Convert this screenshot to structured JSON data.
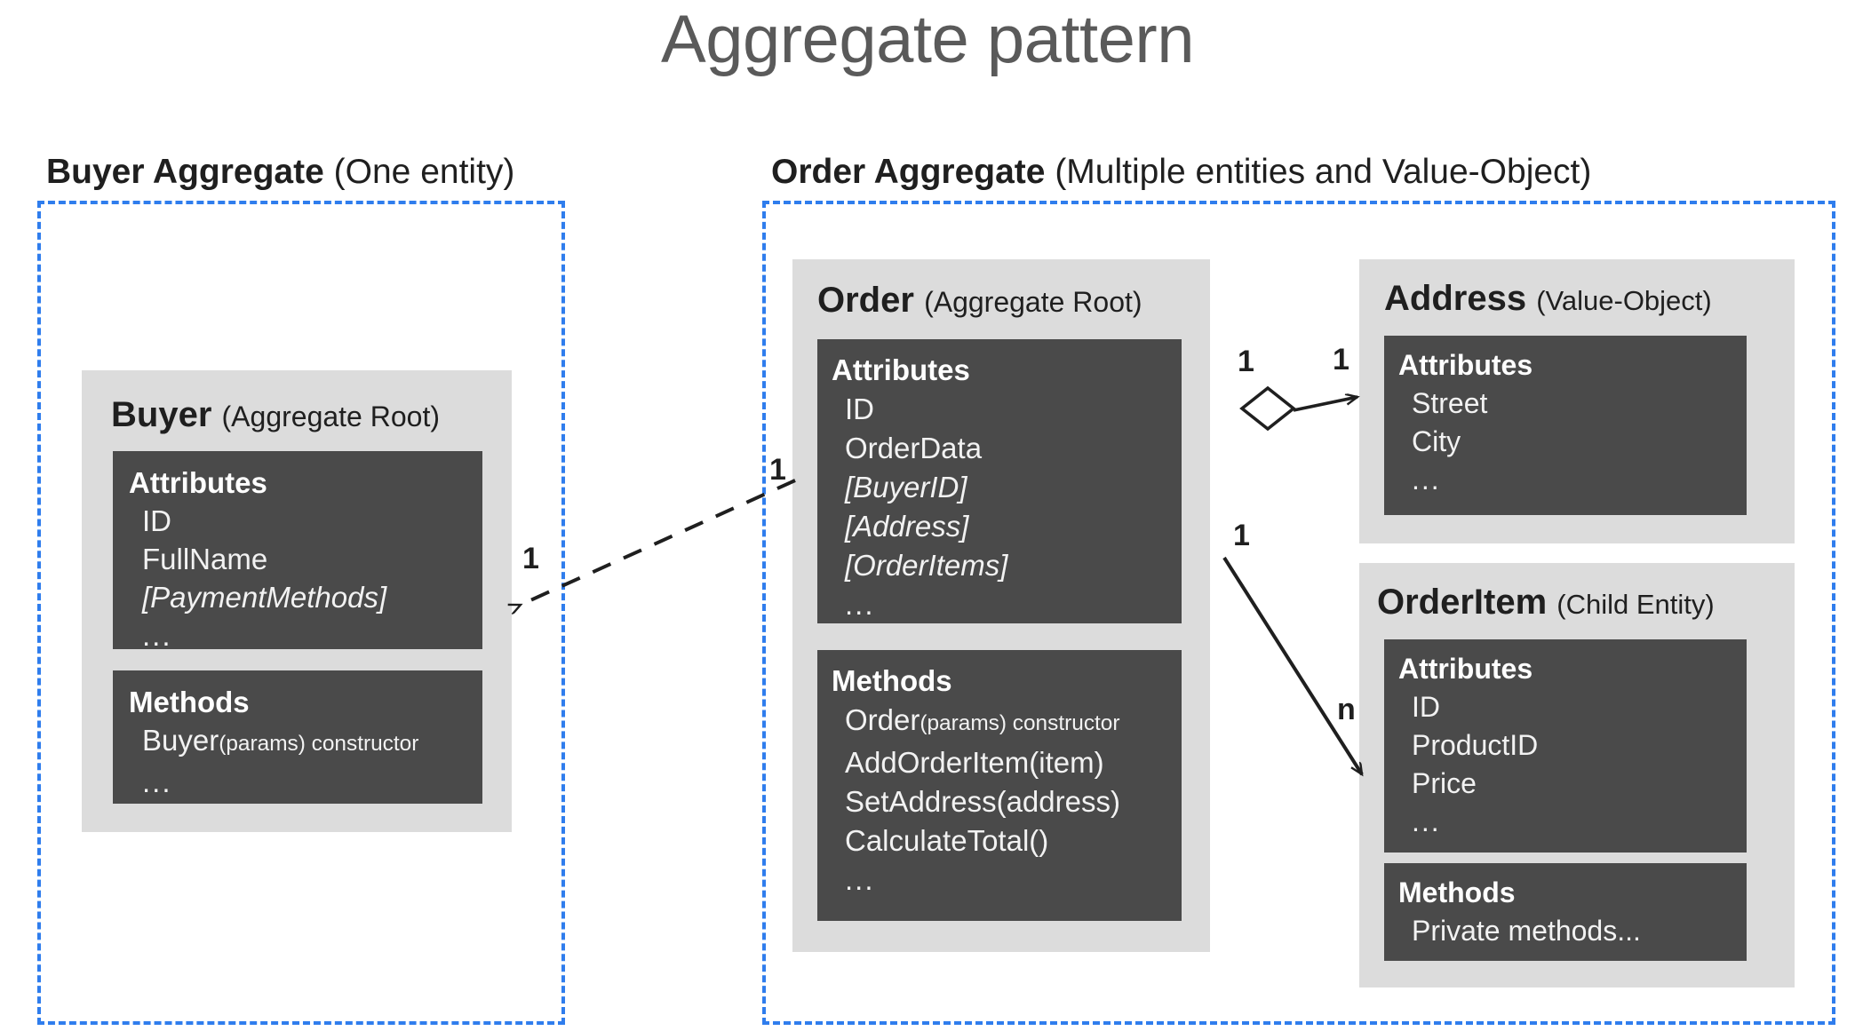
{
  "title": "Aggregate pattern",
  "groups": [
    {
      "name": "Buyer Aggregate",
      "qualifier": "(One entity)"
    },
    {
      "name": "Order Aggregate",
      "qualifier": "(Multiple entities and Value-Object)"
    }
  ],
  "entities": {
    "buyer": {
      "name": "Buyer",
      "qualifier": "(Aggregate Root)",
      "attributes": {
        "heading": "Attributes",
        "rows": [
          "ID",
          "FullName",
          "[PaymentMethods]",
          "..."
        ]
      },
      "methods": {
        "heading": "Methods",
        "rows_main": "Buyer",
        "rows_params": "(params)",
        "rows_kind": "constructor",
        "rows_more": "..."
      }
    },
    "order": {
      "name": "Order",
      "qualifier": "(Aggregate Root)",
      "attributes": {
        "heading": "Attributes",
        "rows": [
          "ID",
          "OrderData",
          "[BuyerID]",
          "[Address]",
          "[OrderItems]",
          "..."
        ]
      },
      "methods": {
        "heading": "Methods",
        "ctor_main": "Order",
        "ctor_params": "(params)",
        "ctor_kind": "constructor",
        "rows": [
          "AddOrderItem(item)",
          "SetAddress(address)",
          "CalculateTotal()"
        ],
        "rows_more": "..."
      }
    },
    "address": {
      "name": "Address",
      "qualifier": "(Value-Object)",
      "attributes": {
        "heading": "Attributes",
        "rows": [
          "Street",
          "City",
          "..."
        ]
      }
    },
    "orderitem": {
      "name": "OrderItem",
      "qualifier": "(Child Entity)",
      "attributes": {
        "heading": "Attributes",
        "rows": [
          "ID",
          "ProductID",
          "Price",
          "..."
        ]
      },
      "methods": {
        "heading": "Methods",
        "rows": [
          "Private methods..."
        ]
      }
    }
  },
  "relationships": {
    "order_to_buyer": {
      "style": "dashed",
      "source_cardinality": "1",
      "target_cardinality": "1"
    },
    "order_to_address": {
      "style": "aggregation-diamond",
      "source_cardinality": "1",
      "target_cardinality": "1"
    },
    "order_to_orderitem": {
      "style": "solid-arrow",
      "source_cardinality": "1",
      "target_cardinality": "n"
    }
  },
  "colors": {
    "boundary": "#2f7ded",
    "card_background": "#dcdcdc",
    "panel_background": "#4a4a4a",
    "title_text": "#5a5a5a"
  }
}
